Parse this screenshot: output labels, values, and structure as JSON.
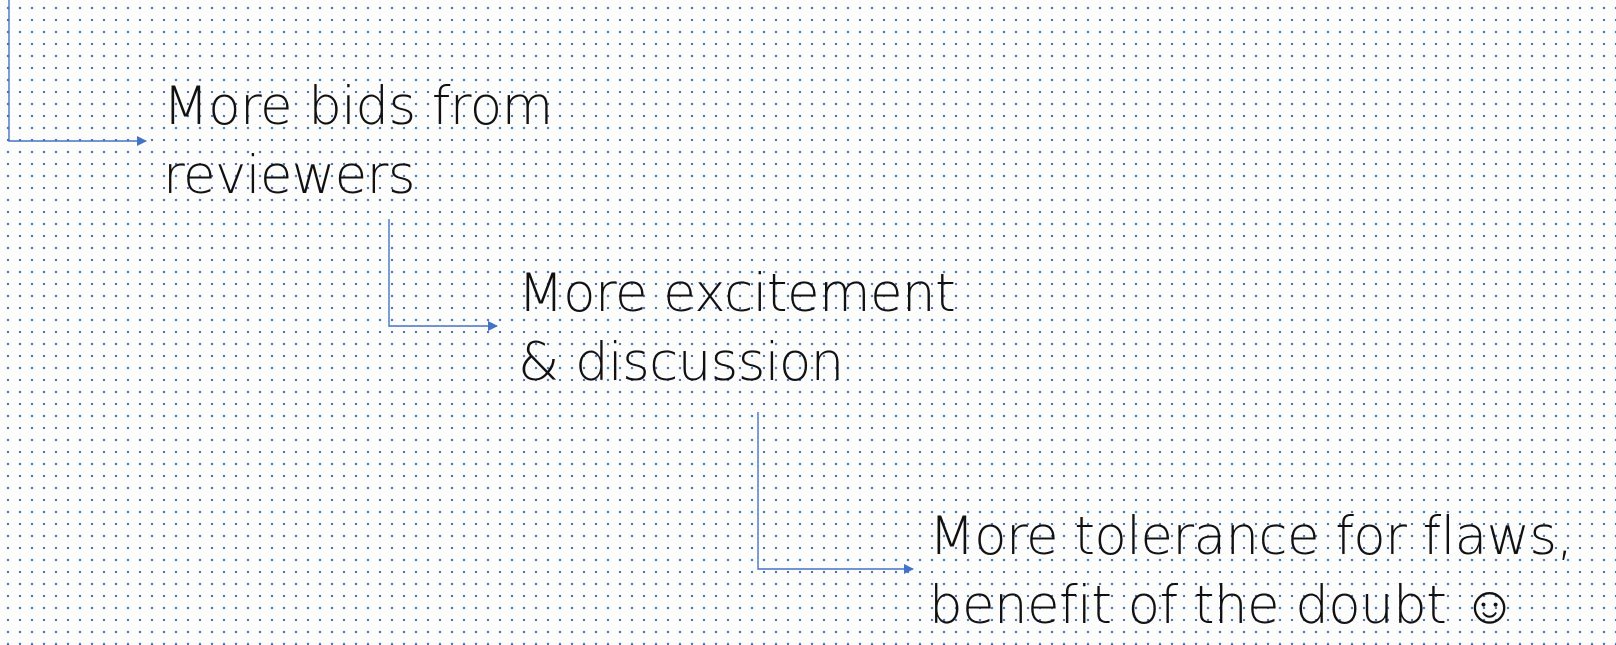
{
  "steps": [
    {
      "lines": [
        "More bids from",
        "reviewers"
      ]
    },
    {
      "lines": [
        "More excitement",
        "& discussion"
      ]
    },
    {
      "lines": [
        "More tolerance for flaws,",
        "benefit of the doubt ☺"
      ]
    }
  ],
  "colors": {
    "connector": "#4472c4",
    "text": "#111111",
    "dot_pattern": "#4a72c4",
    "background": "#ffffff"
  },
  "icons": {
    "connector_end": "arrowhead-icon",
    "emoticon": "smiley-face-icon"
  }
}
